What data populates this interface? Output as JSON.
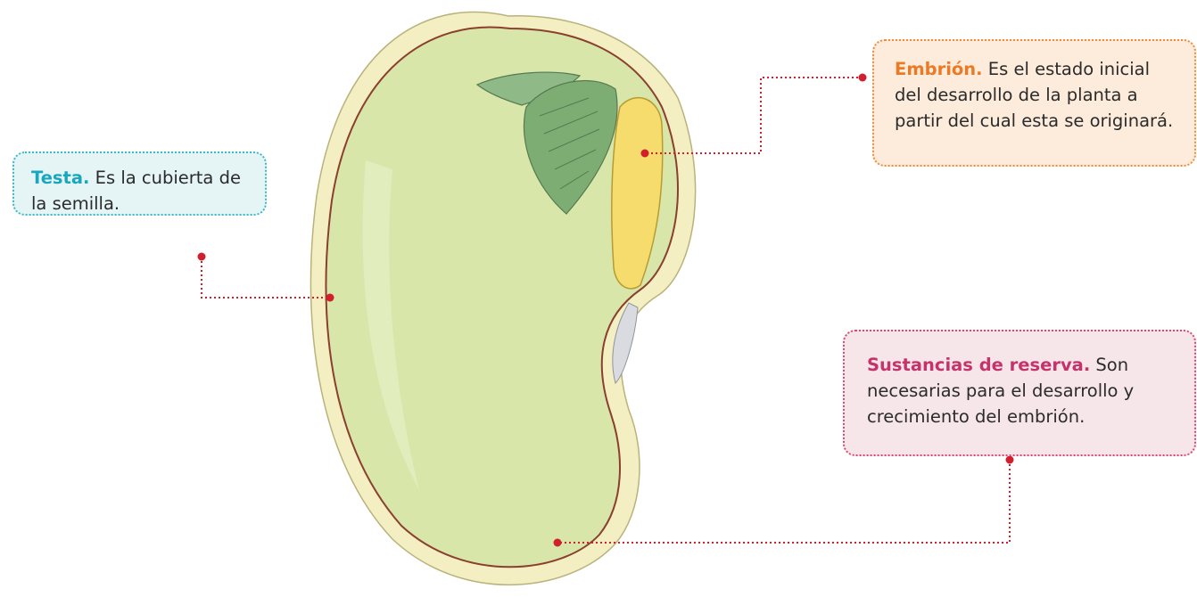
{
  "labels": {
    "testa": {
      "term": "Testa.",
      "text": " Es la cubierta de la semilla."
    },
    "embrion": {
      "term": "Embrión.",
      "text": " Es el estado inicial del desarrollo de la planta a partir del cual esta se originará."
    },
    "reserva": {
      "term": "Sustancias de reserva.",
      "text": " Son necesarias para el desarrollo y crecimiento del embrión."
    }
  },
  "colors": {
    "seed_fill": "#d8e6a9",
    "seed_rim": "#f3efc3",
    "testa_line": "#8b3f2d",
    "embryo_yellow": "#f5dc6d",
    "leaf_green": "#7ead74",
    "leader_red": "#d11f2e",
    "testa_accent": "#19a7bd",
    "embrion_accent": "#ec7a25",
    "reserva_accent": "#c6326a"
  }
}
